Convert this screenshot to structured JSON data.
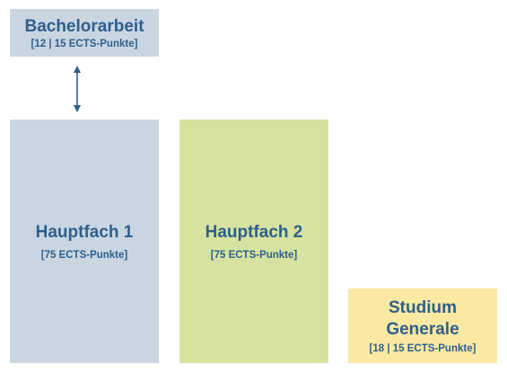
{
  "colors": {
    "blue_box": "#c9d6e2",
    "green_box": "#d6e3a0",
    "yellow_box": "#fbe8a3",
    "text": "#2e5f8c",
    "arrow": "#2e5f8c"
  },
  "bachelor": {
    "title": "Bachelorarbeit",
    "ects": "[12 | 15 ECTS-Punkte]"
  },
  "hauptfach1": {
    "title": "Hauptfach 1",
    "ects": "[75 ECTS-Punkte]"
  },
  "hauptfach2": {
    "title": "Hauptfach 2",
    "ects": "[75 ECTS-Punkte]"
  },
  "studium_generale": {
    "title_line1": "Studium",
    "title_line2": "Generale",
    "ects": "[18 | 15 ECTS-Punkte]"
  },
  "connector": {
    "icon": "double-arrow-vertical-icon"
  }
}
